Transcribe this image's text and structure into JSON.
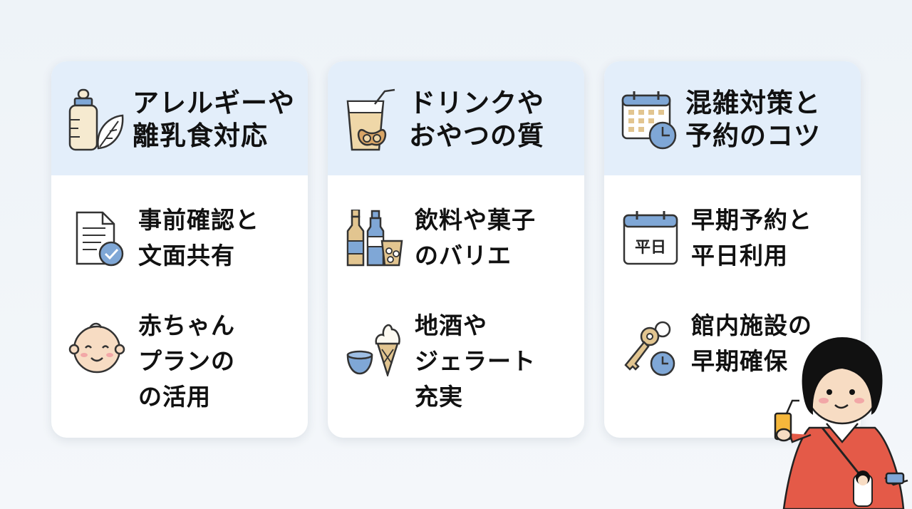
{
  "cards": [
    {
      "title": "アレルギーや\n離乳食対応",
      "title_icon": "baby-bottle-leaf-icon",
      "items": [
        {
          "text": "事前確認と\n文面共有",
          "icon": "document-check-icon"
        },
        {
          "text": "赤ちゃん\nプランの\nの活用",
          "icon": "baby-face-icon"
        }
      ]
    },
    {
      "title": "ドリンクや\nおやつの質",
      "title_icon": "drink-pretzel-icon",
      "items": [
        {
          "text": "飲料や菓子\nのバリエ",
          "icon": "bottles-snack-icon"
        },
        {
          "text": "地酒や\nジェラート\n充実",
          "icon": "sake-cup-gelato-icon"
        }
      ]
    },
    {
      "title": "混雑対策と\n予約のコツ",
      "title_icon": "calendar-clock-icon",
      "items": [
        {
          "text": "早期予約と\n平日利用",
          "icon": "weekday-calendar-icon",
          "icon_label": "平日"
        },
        {
          "text": "館内施設の\n早期確保",
          "icon": "key-clock-icon"
        }
      ]
    }
  ],
  "colors": {
    "header_bg": "#e3eefa",
    "card_bg": "#ffffff",
    "accent_blue": "#7fa7d6",
    "cream": "#f6ead0",
    "tan": "#e2c590",
    "dress_red": "#e45a48"
  }
}
